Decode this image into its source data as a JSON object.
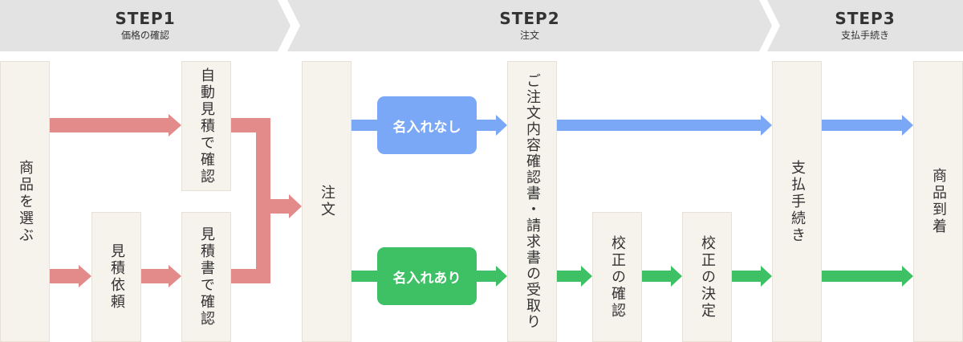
{
  "steps": [
    {
      "title": "STEP1",
      "sub": "価格の確認"
    },
    {
      "title": "STEP2",
      "sub": "注文"
    },
    {
      "title": "STEP3",
      "sub": "支払手続き"
    }
  ],
  "boxes": {
    "select_product": "商品を選ぶ",
    "auto_quote": "自動見積で確認",
    "request_quote": "見積依頼",
    "quote_doc": "見積書で確認",
    "order": "注文",
    "order_confirm": "ご注文内容確認書・請求書の受取り",
    "proof_check": "校正の確認",
    "proof_decide": "校正の決定",
    "payment": "支払手続き",
    "arrival": "商品到着"
  },
  "pills": {
    "no_name": "名入れなし",
    "with_name": "名入れあり"
  },
  "colors": {
    "red": "#e38a8a",
    "blue": "#7aa8f7",
    "green": "#3ec065",
    "header_bg": "#e3e3e3",
    "box_bg": "#f6f2ec"
  }
}
